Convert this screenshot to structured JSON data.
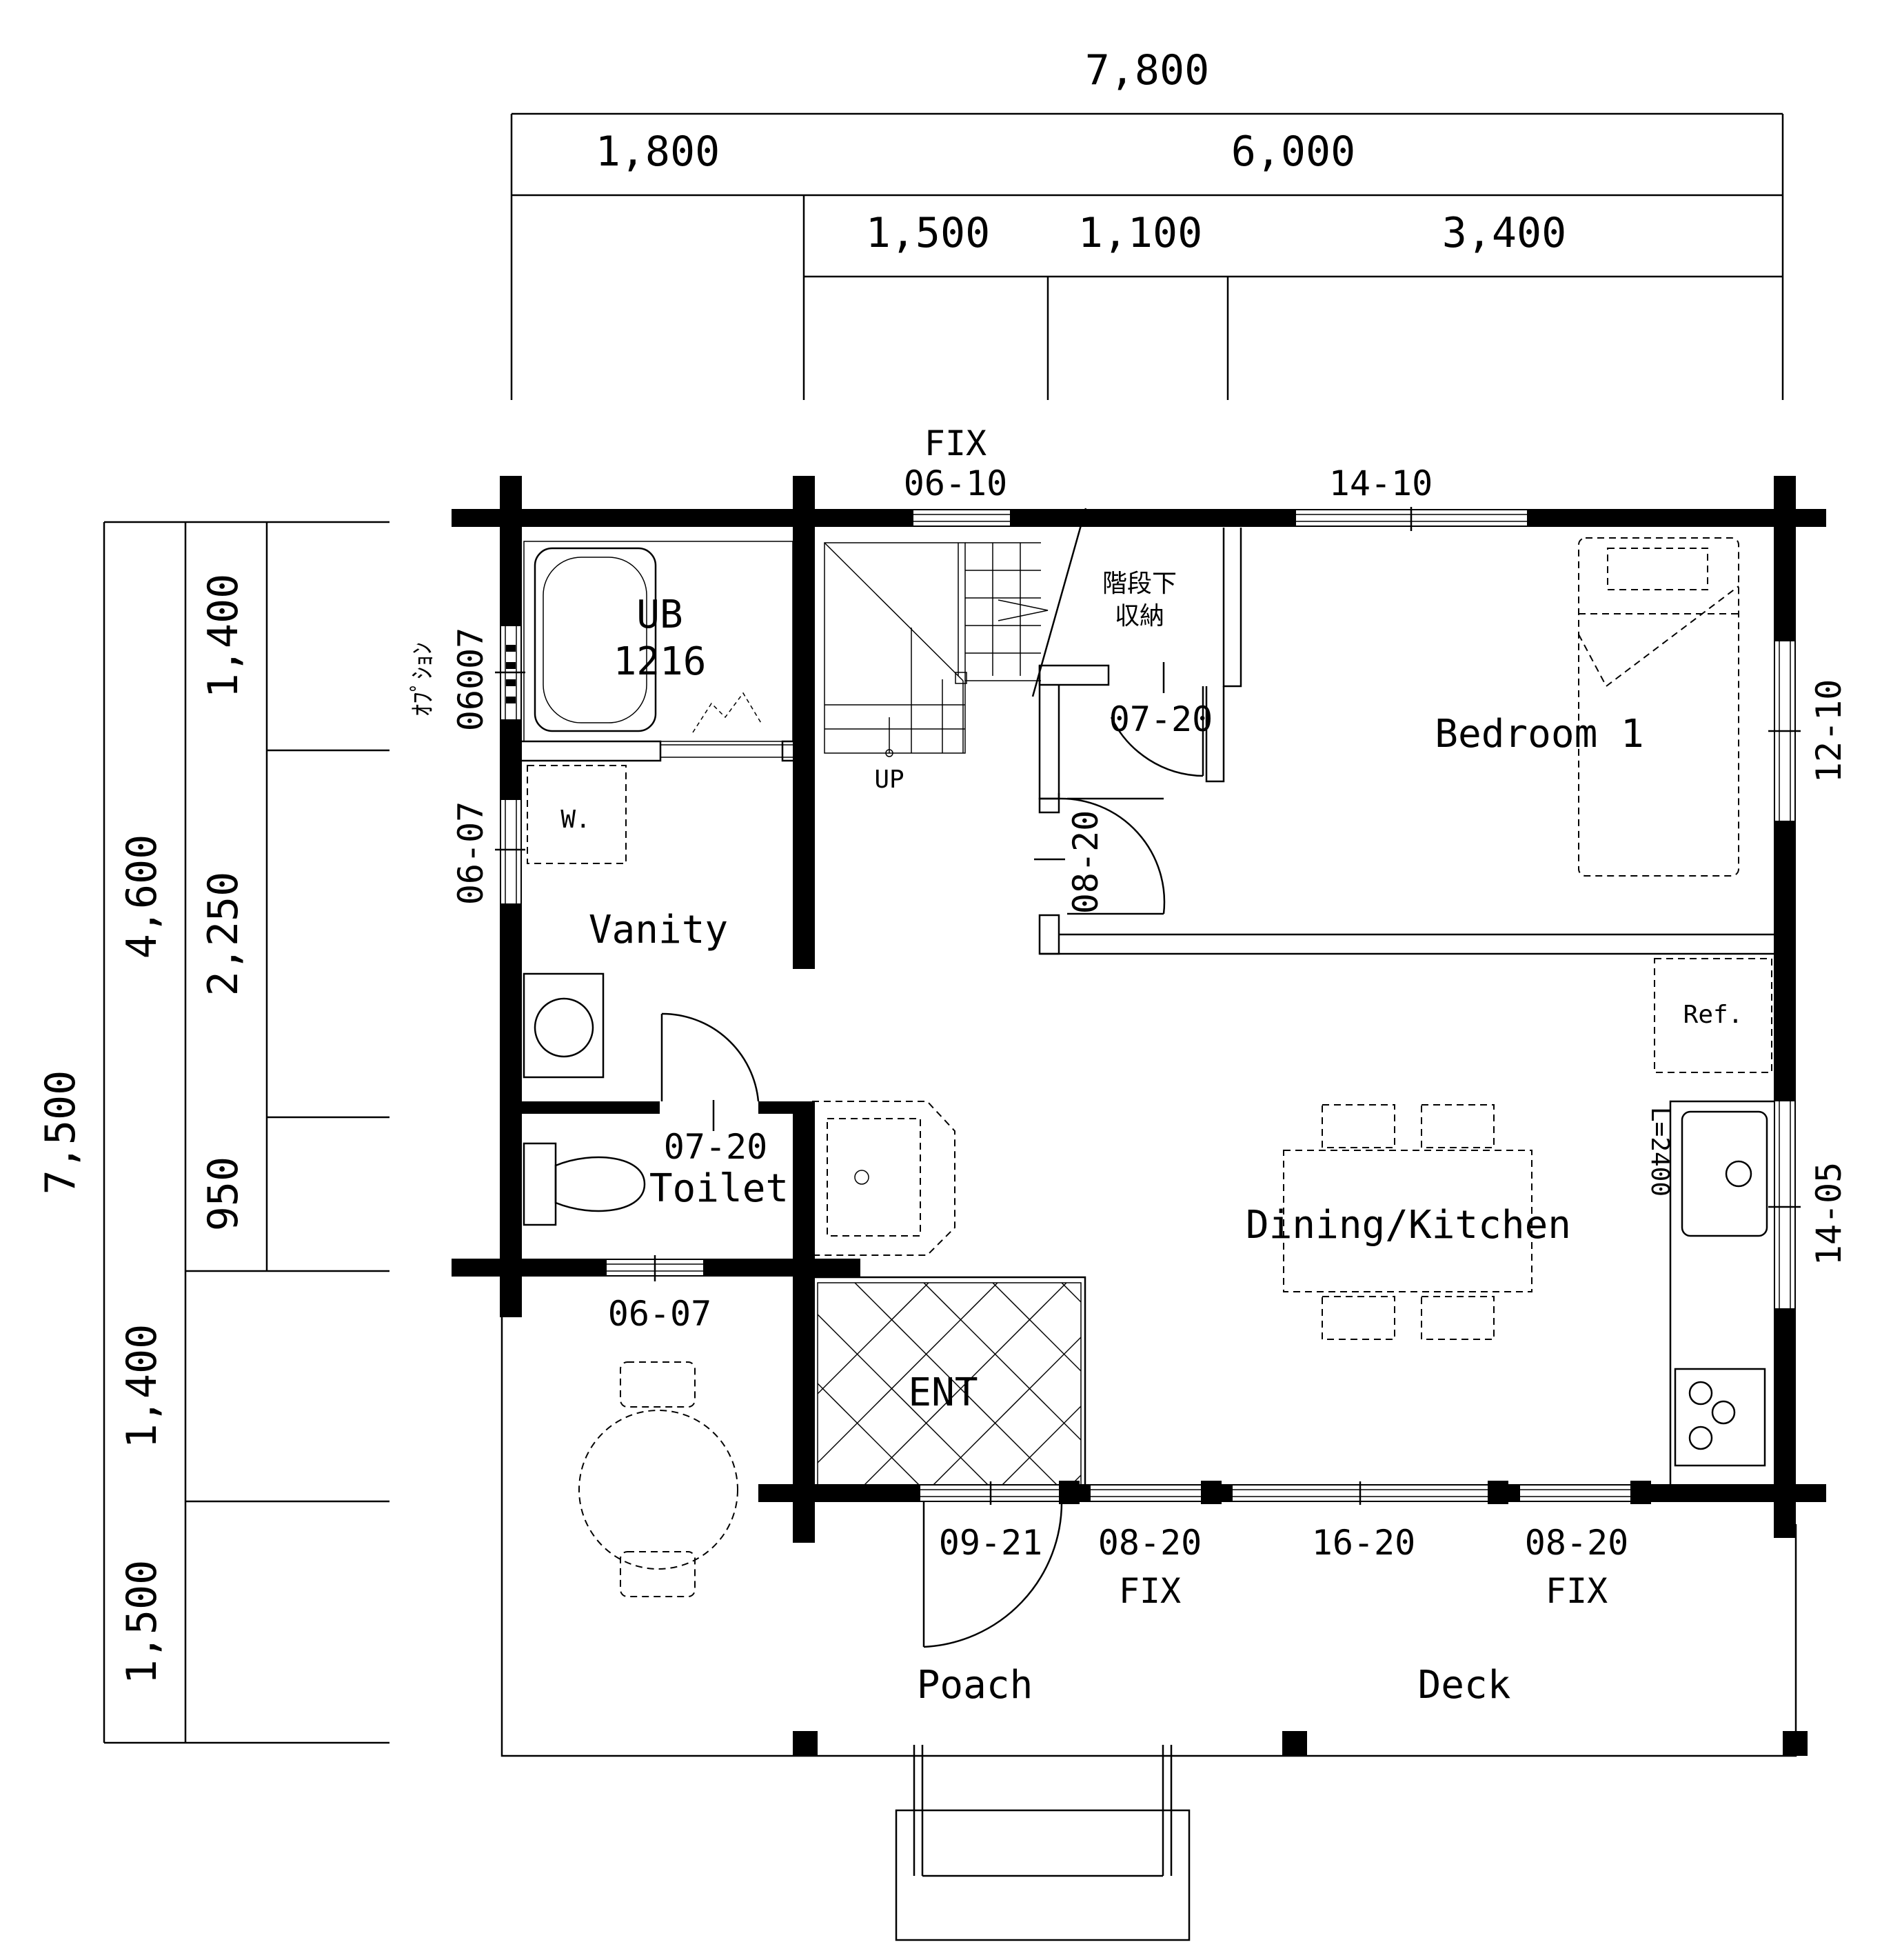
{
  "dimensions": {
    "top": {
      "overall": "7,800",
      "row2": [
        "1,800",
        "6,000"
      ],
      "row3": [
        "1,500",
        "1,100",
        "3,400"
      ]
    },
    "left": {
      "overall": "7,500",
      "row2": [
        "4,600",
        "1,400",
        "1,500"
      ],
      "row3": [
        "1,400",
        "2,250",
        "950"
      ]
    }
  },
  "rooms": {
    "ub": [
      "UB",
      "1216"
    ],
    "stair_storage": [
      "階段下",
      "収納"
    ],
    "bedroom": "Bedroom 1",
    "vanity": "Vanity",
    "washer": "W.",
    "toilet": "Toilet",
    "dining_kitchen": "Dining/Kitchen",
    "refrigerator": "Ref.",
    "counter_length": "L=2400",
    "entrance": "ENT",
    "porch": "Poach",
    "deck": "Deck",
    "stair_up": "UP"
  },
  "openings": {
    "top_fix": [
      "FIX",
      "06-10"
    ],
    "top_bedroom": "14-10",
    "right_bedroom": "12-10",
    "right_kitchen": "14-05",
    "left_option": [
      "ｵﾌﾟｼｮﾝ",
      "06007"
    ],
    "left_vanity": "06-07",
    "stair_door": "07-20",
    "bedroom_door": "08-20",
    "toilet_door": "07-20",
    "toilet_window": "06-07",
    "front_door": "09-21",
    "front_fix_left": [
      "08-20",
      "FIX"
    ],
    "front_center": "16-20",
    "front_fix_right": [
      "08-20",
      "FIX"
    ]
  }
}
